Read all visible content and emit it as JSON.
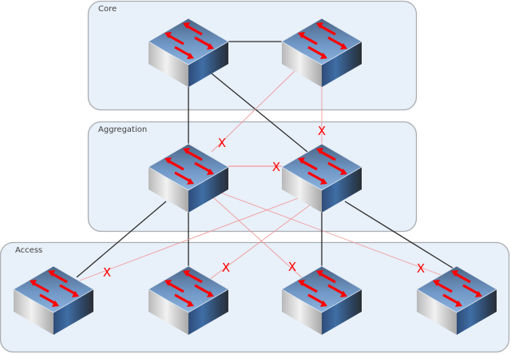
{
  "title": "Three-tier network topology with Spanning Tree blocked links",
  "colors": {
    "layer_fill": "#e8f0f9",
    "layer_border": "#a9acb0",
    "active_link": "#2b2b2b",
    "blocked_link": "#f19a9a",
    "blocked_mark": "#ff0000",
    "switch_arrow": "#ff0000"
  },
  "layers": [
    {
      "id": "core",
      "label": "Core"
    },
    {
      "id": "aggregation",
      "label": "Aggregation"
    },
    {
      "id": "access",
      "label": "Access"
    }
  ],
  "switches": [
    {
      "id": "core-1",
      "layer": "core",
      "icon": "network-switch-icon"
    },
    {
      "id": "core-2",
      "layer": "core",
      "icon": "network-switch-icon"
    },
    {
      "id": "agg-1",
      "layer": "aggregation",
      "icon": "network-switch-icon"
    },
    {
      "id": "agg-2",
      "layer": "aggregation",
      "icon": "network-switch-icon"
    },
    {
      "id": "access-1",
      "layer": "access",
      "icon": "network-switch-icon"
    },
    {
      "id": "access-2",
      "layer": "access",
      "icon": "network-switch-icon"
    },
    {
      "id": "access-3",
      "layer": "access",
      "icon": "network-switch-icon"
    },
    {
      "id": "access-4",
      "layer": "access",
      "icon": "network-switch-icon"
    }
  ],
  "links": [
    {
      "from": "core-1",
      "to": "core-2",
      "state": "forwarding"
    },
    {
      "from": "core-1",
      "to": "agg-1",
      "state": "forwarding"
    },
    {
      "from": "core-1",
      "to": "agg-2",
      "state": "forwarding"
    },
    {
      "from": "core-2",
      "to": "agg-1",
      "state": "blocked",
      "mark": "X"
    },
    {
      "from": "core-2",
      "to": "agg-2",
      "state": "blocked",
      "mark": "X"
    },
    {
      "from": "agg-1",
      "to": "agg-2",
      "state": "blocked",
      "mark": "X"
    },
    {
      "from": "agg-1",
      "to": "access-1",
      "state": "forwarding"
    },
    {
      "from": "agg-1",
      "to": "access-2",
      "state": "forwarding"
    },
    {
      "from": "agg-1",
      "to": "access-3",
      "state": "blocked",
      "mark": "X"
    },
    {
      "from": "agg-1",
      "to": "access-4",
      "state": "blocked",
      "mark": "X"
    },
    {
      "from": "agg-2",
      "to": "access-1",
      "state": "blocked",
      "mark": "X"
    },
    {
      "from": "agg-2",
      "to": "access-2",
      "state": "blocked",
      "mark": "X"
    },
    {
      "from": "agg-2",
      "to": "access-3",
      "state": "forwarding"
    },
    {
      "from": "agg-2",
      "to": "access-4",
      "state": "forwarding"
    }
  ]
}
